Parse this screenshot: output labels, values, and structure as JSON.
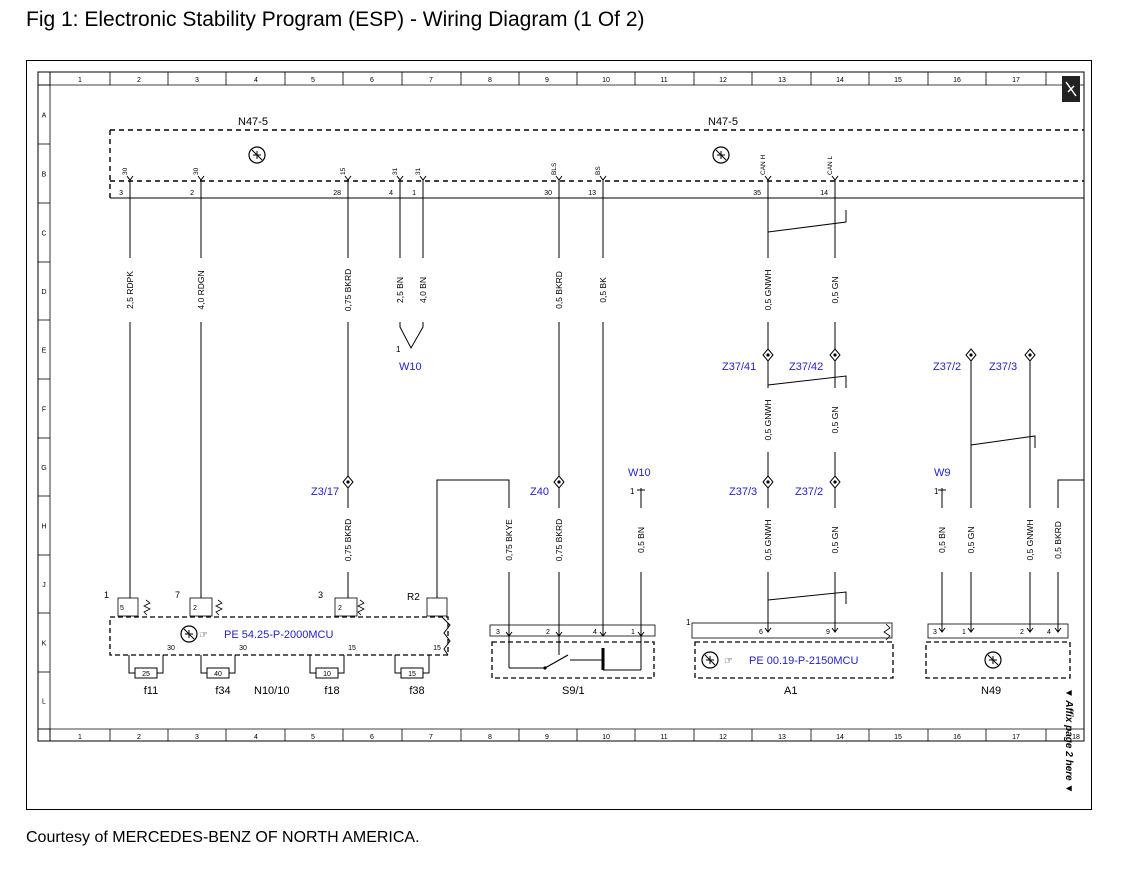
{
  "page": {
    "title": "Fig 1: Electronic Stability Program (ESP) - Wiring Diagram (1 Of 2)",
    "courtesy": "Courtesy of MERCEDES-BENZ OF NORTH AMERICA."
  },
  "grid": {
    "columns": [
      "1",
      "2",
      "3",
      "4",
      "5",
      "6",
      "7",
      "8",
      "9",
      "10",
      "11",
      "12",
      "13",
      "14",
      "15",
      "16",
      "17",
      "18"
    ],
    "rows": [
      "A",
      "B",
      "C",
      "D",
      "E",
      "F",
      "G",
      "H",
      "J",
      "K",
      "L"
    ]
  },
  "components": {
    "n47_left": "N47-5",
    "n47_right": "N47-5",
    "n10_ref": "PE 54.25-P-2000MCU",
    "a1_ref": "PE 00.19-P-2150MCU",
    "n10_10": "N10/10",
    "s9_1": "S9/1",
    "a1": "A1",
    "n49": "N49",
    "affix_note": "▼ Affix page 2 here ▼"
  },
  "fuses": [
    {
      "name": "f11",
      "rating": "25",
      "term": "30"
    },
    {
      "name": "f34",
      "rating": "40",
      "term": "30"
    },
    {
      "name": "f18",
      "rating": "10",
      "term": "15"
    },
    {
      "name": "f38",
      "rating": "15",
      "term": "15"
    }
  ],
  "connectors": {
    "w10_top": "W10",
    "w10_bottom": "W10",
    "w9": "W9",
    "z3_17": "Z3/17",
    "z40": "Z40",
    "z37_41": "Z37/41",
    "z37_42": "Z37/42",
    "z37_2_top": "Z37/2",
    "z37_3_top": "Z37/3",
    "z37_3": "Z37/3",
    "z37_2": "Z37/2",
    "r2": "R2"
  },
  "pins_top": [
    {
      "term": "30",
      "num": "3"
    },
    {
      "term": "30",
      "num": "2"
    },
    {
      "term": "15",
      "num": "28"
    },
    {
      "term": "31",
      "num": "4"
    },
    {
      "term": "31",
      "num": "1"
    },
    {
      "term": "BLS",
      "num": "30"
    },
    {
      "term": "BS",
      "num": "13"
    },
    {
      "term": "CAN H",
      "num": "35"
    },
    {
      "term": "CAN L",
      "num": "14"
    }
  ],
  "wires": [
    "2,5 RDPK",
    "4,0 RDGN",
    "0,75 BKRD",
    "2,5 BN",
    "4,0 BN",
    "0,5 BKRD",
    "0,5 BK",
    "0,5 GNWH",
    "0,5 GN",
    "0,5 GNWH",
    "0,5 GN",
    "0,75 BKRD",
    "0,75 BKYE",
    "0,75 BKRD",
    "0,5 BN",
    "0,5 GNWH",
    "0,5 GN",
    "0,5 BN",
    "0,5 GN",
    "0,5 GNWH",
    "0,5 BKRD"
  ]
}
